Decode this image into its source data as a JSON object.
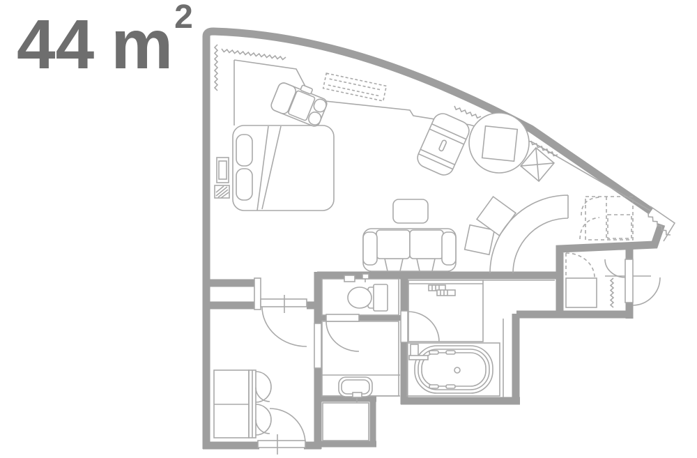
{
  "area_label": {
    "value": "44",
    "unit": "m",
    "superscript": "2"
  },
  "colors": {
    "background": "#ffffff",
    "wall": "#9e9e9e",
    "line": "#a9a9a9",
    "label_text": "#6e6e6e"
  },
  "floorplan": {
    "type": "floor-plan",
    "rooms": [
      "main-bedroom-living-area",
      "entry-hall",
      "toilet-room",
      "washroom",
      "bathroom",
      "entry-corridor",
      "service-shaft"
    ],
    "fixtures": [
      "double-bed",
      "pillows",
      "bedside-panel",
      "switch-panel",
      "armchair-with-ottoman",
      "overhead-storage",
      "chaise-lounge",
      "round-table",
      "luggage-rack",
      "sofa",
      "coffee-table",
      "floor-cushions",
      "curved-partition",
      "built-in-wardrobe",
      "shoe-bench",
      "entry-closet",
      "toilet",
      "washbasin",
      "bathtub",
      "shower-panel"
    ],
    "doors": [
      "hall-door",
      "entrance-door",
      "washroom-door",
      "bathroom-door",
      "corridor-double-door"
    ],
    "windows": "zigzag-glazing-symbols"
  }
}
